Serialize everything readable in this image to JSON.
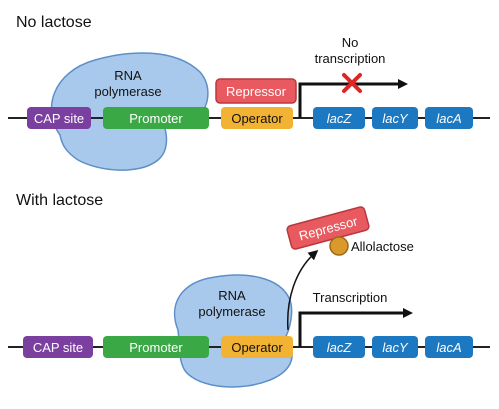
{
  "panels": {
    "top": {
      "heading": "No lactose",
      "rna_polymerase": [
        "RNA",
        "polymerase"
      ],
      "no_transcription": [
        "No",
        "transcription"
      ],
      "repressor": "Repressor"
    },
    "bottom": {
      "heading": "With lactose",
      "rna_polymerase": [
        "RNA",
        "polymerase"
      ],
      "transcription": "Transcription",
      "repressor": "Repressor",
      "allolactose": "Allolactose"
    }
  },
  "dna_elements": {
    "cap_site": "CAP site",
    "promoter": "Promoter",
    "operator": "Operator",
    "genes": [
      {
        "prefix": "lac",
        "suffix": "Z"
      },
      {
        "prefix": "lac",
        "suffix": "Y"
      },
      {
        "prefix": "lac",
        "suffix": "A"
      }
    ]
  },
  "colors": {
    "cap_site": "#7b3fa0",
    "promoter": "#3aa845",
    "operator": "#f2b233",
    "gene": "#1c78c0",
    "repressor_fill": "#e85a5f",
    "repressor_stroke": "#b8383d",
    "polymerase_fill": "#a9c9ec",
    "polymerase_stroke": "#5c8fc8",
    "allolactose": "#d99a2b",
    "blocked_x": "#e02424",
    "dna": "#222222"
  }
}
